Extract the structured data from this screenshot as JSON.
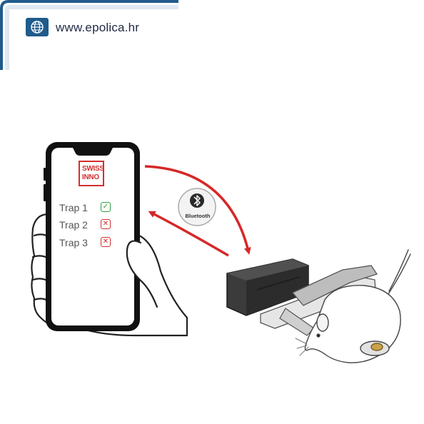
{
  "banner": {
    "url": "www.epolica.hr",
    "icon": "globe-icon",
    "accent_color": "#1f5b8c"
  },
  "phone": {
    "brand_lines": [
      "SWISS",
      "INNO"
    ],
    "brand_color": "#d32f2f",
    "traps": [
      {
        "label": "Trap 1",
        "status": "ok",
        "icon": "check-icon"
      },
      {
        "label": "Trap 2",
        "status": "error",
        "icon": "cross-icon"
      },
      {
        "label": "Trap 3",
        "status": "error",
        "icon": "cross-icon"
      }
    ]
  },
  "connection": {
    "label": "Bluetooth",
    "icon": "bluetooth-icon",
    "arrow_color": "#d62828"
  }
}
